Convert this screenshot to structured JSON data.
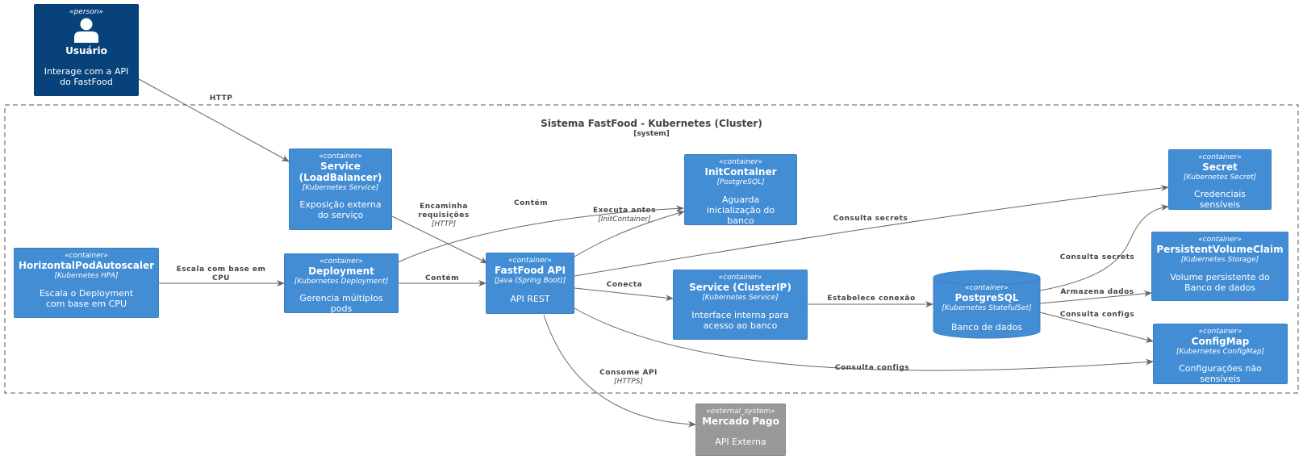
{
  "boundary": {
    "title": "Sistema FastFood - Kubernetes (Cluster)",
    "type": "[system]"
  },
  "nodes": {
    "user": {
      "stereotype": "«person»",
      "title": "Usuário",
      "description": "Interage com a API do FastFood"
    },
    "service_lb": {
      "stereotype": "«container»",
      "title": "Service (LoadBalancer)",
      "tech": "[Kubernetes Service]",
      "description": "Exposição externa do serviço"
    },
    "hpa": {
      "stereotype": "«container»",
      "title": "HorizontalPodAutoscaler",
      "tech": "[Kubernetes HPA]",
      "description": "Escala o Deployment com base em CPU"
    },
    "deployment": {
      "stereotype": "«container»",
      "title": "Deployment",
      "tech": "[Kubernetes Deployment]",
      "description": "Gerencia múltiplos pods"
    },
    "api": {
      "stereotype": "«container»",
      "title": "FastFood API",
      "tech": "[Java (Spring Boot)]",
      "description": "API REST"
    },
    "init": {
      "stereotype": "«container»",
      "title": "InitContainer",
      "tech": "[PostgreSQL]",
      "description": "Aguarda inicialização do banco"
    },
    "service_cip": {
      "stereotype": "«container»",
      "title": "Service (ClusterIP)",
      "tech": "[Kubernetes Service]",
      "description": "Interface interna para acesso ao banco"
    },
    "postgres": {
      "stereotype": "«container»",
      "title": "PostgreSQL",
      "tech": "[Kubernetes StatefulSet]",
      "description": "Banco de dados"
    },
    "secret": {
      "stereotype": "«container»",
      "title": "Secret",
      "tech": "[Kubernetes Secret]",
      "description": "Credenciais sensíveis"
    },
    "pvc": {
      "stereotype": "«container»",
      "title": "PersistentVolumeClaim",
      "tech": "[Kubernetes Storage]",
      "description": "Volume persistente do Banco de dados"
    },
    "configmap": {
      "stereotype": "«container»",
      "title": "ConfigMap",
      "tech": "[Kubernetes ConfigMap]",
      "description": "Configurações não sensíveis"
    },
    "mp": {
      "stereotype": "«external_system»",
      "title": "Mercado Pago",
      "description": "API Externa"
    }
  },
  "edges": {
    "http": {
      "label": "HTTP"
    },
    "encaminha": {
      "label": "Encaminha requisições",
      "tech": "[HTTP]"
    },
    "contem1": {
      "label": "Contém"
    },
    "contem2": {
      "label": "Contém"
    },
    "escala": {
      "label": "Escala com base em CPU"
    },
    "executa": {
      "label": "Executa antes",
      "tech": "[InitContainer]"
    },
    "secrets_api": {
      "label": "Consulta secrets"
    },
    "conecta": {
      "label": "Conecta"
    },
    "estabelece": {
      "label": "Estabelece conexão"
    },
    "secrets_pg": {
      "label": "Consulta secrets"
    },
    "armazena": {
      "label": "Armazena dados"
    },
    "configs_pg": {
      "label": "Consulta configs"
    },
    "configs_api": {
      "label": "Consulta configs"
    },
    "consome": {
      "label": "Consome API",
      "tech": "[HTTPS]"
    }
  }
}
